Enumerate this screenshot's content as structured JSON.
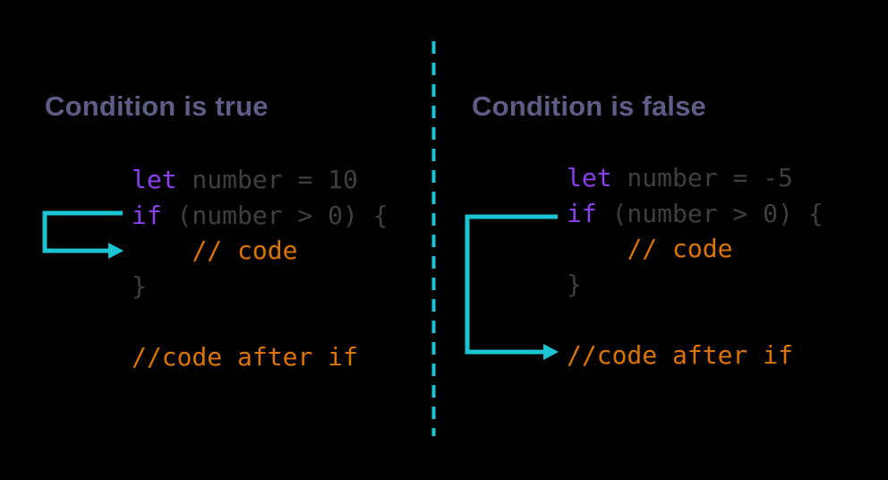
{
  "colors": {
    "background": "#000000",
    "heading": "#5d5d87",
    "keyword": "#8c3ff2",
    "code-plain": "#3f3f3f",
    "comment": "#dd7500",
    "accent-cyan": "#1cc5d4"
  },
  "divider": {
    "style": "vertical-dashed",
    "color": "#1cc5d4"
  },
  "panels": [
    {
      "heading": "Condition is true",
      "code": [
        [
          [
            "keyword",
            "let"
          ],
          [
            "plain",
            " number = 10"
          ]
        ],
        [
          [
            "keyword",
            "if"
          ],
          [
            "plain",
            " (number > 0) {"
          ]
        ],
        [
          [
            "plain",
            "    "
          ],
          [
            "comment",
            "// code"
          ]
        ],
        [
          [
            "plain",
            "}"
          ]
        ],
        [],
        [
          [
            "comment",
            "//code after if"
          ]
        ]
      ],
      "arrow": {
        "from_line": "if (number > 0) {",
        "points_to": "// code"
      }
    },
    {
      "heading": "Condition is false",
      "code": [
        [
          [
            "keyword",
            "let"
          ],
          [
            "plain",
            " number = -5"
          ]
        ],
        [
          [
            "keyword",
            "if"
          ],
          [
            "plain",
            " (number > 0) {"
          ]
        ],
        [
          [
            "plain",
            "    "
          ],
          [
            "comment",
            "// code"
          ]
        ],
        [
          [
            "plain",
            "}"
          ]
        ],
        [],
        [
          [
            "comment",
            "//code after if"
          ]
        ]
      ],
      "arrow": {
        "from_line": "if (number > 0) {",
        "points_to": "//code after if"
      }
    }
  ]
}
